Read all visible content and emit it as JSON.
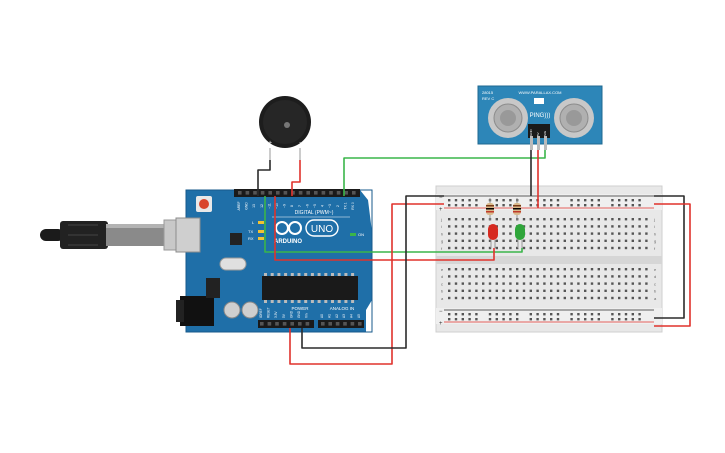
{
  "arduino": {
    "brand": "ARDUINO",
    "model": "UNO",
    "digital_label": "DIGITAL (PWM~)",
    "power_label": "POWER",
    "analog_label": "ANALOG IN",
    "on_label": "ON",
    "led_l": "L",
    "led_tx": "TX",
    "led_rx": "RX",
    "top_pins": [
      "AREF",
      "GND",
      "13",
      "12",
      "~11",
      "~10",
      "~9",
      "8",
      "7",
      "~6",
      "~5",
      "4",
      "~3",
      "2",
      "TX 1",
      "RX 0"
    ],
    "power_pins": [
      "IOREF",
      "RESET",
      "3.3V",
      "5V",
      "GND",
      "GND",
      "Vin"
    ],
    "analog_pins": [
      "A0",
      "A1",
      "A2",
      "A3",
      "A4",
      "A5"
    ]
  },
  "sensor": {
    "part": "28015",
    "rev": "REV C",
    "url": "WWW.PARALLAX.COM",
    "name": "PING)))",
    "pins": [
      "GND",
      "5V",
      "SIG"
    ]
  },
  "buzzer": {
    "plus": "+",
    "minus": "−"
  },
  "breadboard": {
    "top_rail_signs": [
      "−",
      "+"
    ],
    "bottom_rail_signs": [
      "−",
      "+"
    ],
    "row_letters_top": [
      "j",
      "i",
      "h",
      "g",
      "f"
    ],
    "row_letters_bottom": [
      "e",
      "d",
      "c",
      "b",
      "a"
    ]
  },
  "colors": {
    "board": "#1f6fa8",
    "wire_red": "#e0322c",
    "wire_black": "#2b2b2b",
    "wire_green": "#3ab54a",
    "led_red": "#d62a20",
    "led_green": "#2fa53a",
    "sensor_board": "#2d86b8"
  }
}
